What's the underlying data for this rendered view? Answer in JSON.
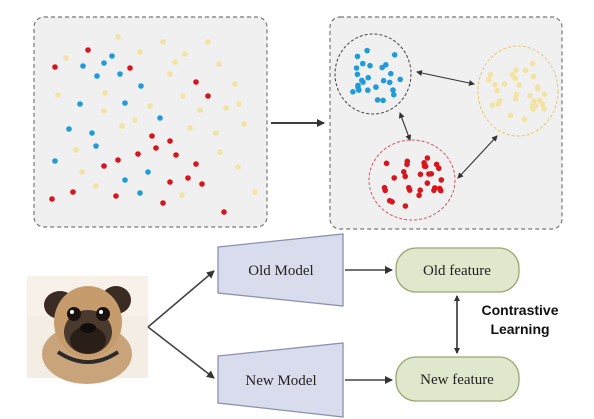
{
  "colors": {
    "blue": "#1e9bd8",
    "red": "#d8141c",
    "yellow": "#f3e3a3",
    "panel_fill": "#f0f0f0",
    "panel_border": "#666666",
    "model_fill": "#d9dcec",
    "model_stroke": "#8a90b0",
    "feature_fill": "#dfe8cc",
    "feature_stroke": "#9aa86f",
    "arrow": "#444444"
  },
  "icons": {
    "input_image": "pug-dog-photo"
  },
  "models": {
    "old": "Old Model",
    "new": "New Model"
  },
  "features": {
    "old": "Old feature",
    "new": "New feature"
  },
  "contrastive": {
    "line1": "Contrastive",
    "line2": "Learning"
  }
}
